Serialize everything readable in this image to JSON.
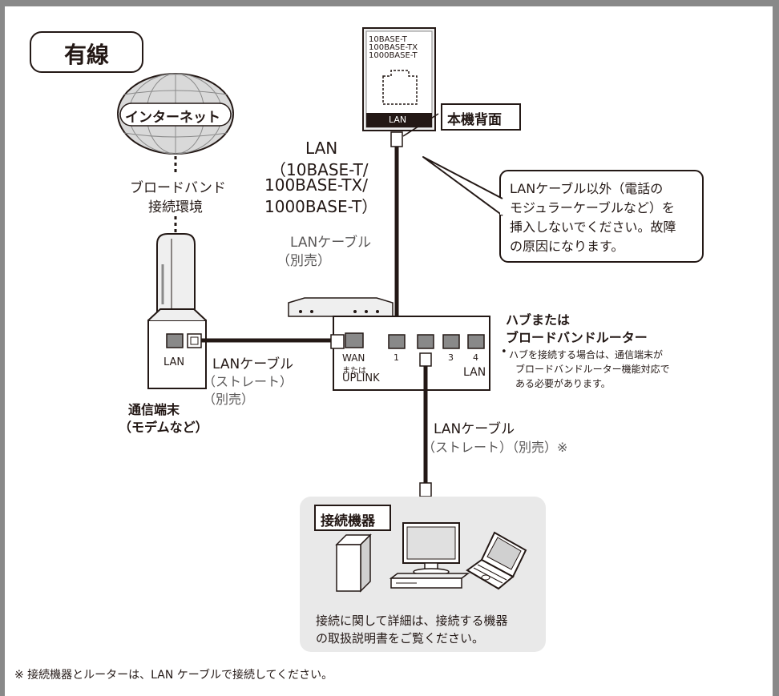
{
  "title": "有線",
  "internet_label": "インターネット",
  "broadband_label": [
    "ブロードバンド",
    "接続環境"
  ],
  "modem": {
    "port_label": "LAN",
    "caption": [
      "通信端末",
      "（モデムなど）"
    ]
  },
  "rear_panel": {
    "spec_lines": [
      "10BASE-T",
      "100BASE-TX",
      "1000BASE-T"
    ],
    "port_label": "LAN",
    "tag": "本機背面"
  },
  "lan_spec": [
    "LAN",
    "（10BASE-T/",
    "100BASE-TX/",
    "1000BASE-T）"
  ],
  "cable_upper": [
    "LANケーブル",
    "（別売）"
  ],
  "warning": [
    "LANケーブル以外（電話の",
    "モジュラーケーブルなど）を",
    "挿入しないでください。故障",
    "の原因になります。"
  ],
  "cable_modem": [
    "LANケーブル",
    "（ストレート）",
    "（別売）"
  ],
  "hub": {
    "wan_label": [
      "WAN",
      "または",
      "UPLINK"
    ],
    "port_numbers": [
      "1",
      "3",
      "4"
    ],
    "lan_label": "LAN",
    "title": [
      "ハブまたは",
      "ブロードバンドルーター"
    ],
    "note": [
      "ハブを接続する場合は、通信端末が",
      "ブロードバンドルーター機能対応で",
      "ある必要があります。"
    ]
  },
  "cable_lower": [
    "LANケーブル",
    "（ストレート）（別売）※"
  ],
  "devices": {
    "tag": "接続機器",
    "note": [
      "接続に関して詳細は、接続する機器",
      "の取扱説明書をご覧ください。"
    ]
  },
  "footnote": "※ 接続機器とルーターは、LAN ケーブルで接続してください。",
  "colors": {
    "frame": "#898989",
    "device_fill": "#efefef",
    "device_zone": "#e9e9e9",
    "text": "#231815",
    "panel_dark": "#231815"
  }
}
